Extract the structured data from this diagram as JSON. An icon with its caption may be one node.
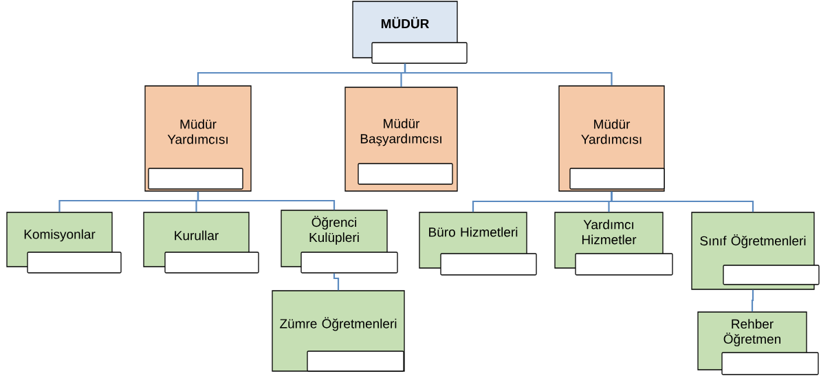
{
  "diagram": {
    "nodes": [
      {
        "text": [
          "MÜDÜR"
        ]
      },
      {
        "text": [
          "Müdür Yardımcısı"
        ]
      },
      {
        "text": [
          "Müdür Başyardımcısı"
        ]
      },
      {
        "text": [
          "Müdür Yardımcısı"
        ]
      },
      {
        "text": [
          "Komisyonlar"
        ]
      },
      {
        "text": [
          "Kurullar"
        ]
      },
      {
        "text": [
          "Öğrenci Kulüpleri"
        ]
      },
      {
        "text": [
          "Zümre Öğretmenleri"
        ]
      },
      {
        "text": [
          "Büro Hizmetleri"
        ]
      },
      {
        "text": [
          "Yardımcı Hizmetler"
        ]
      },
      {
        "text": [
          "Sınıf Öğretmenleri"
        ]
      },
      {
        "text": [
          "Rehber Öğretmen"
        ]
      }
    ],
    "edges": [
      {
        "from": 0,
        "to": 1,
        "arrow": "none"
      },
      {
        "from": 0,
        "to": 2,
        "arrow": "none"
      },
      {
        "from": 0,
        "to": 3,
        "arrow": "none"
      },
      {
        "from": 1,
        "to": 4,
        "arrow": "none"
      },
      {
        "from": 1,
        "to": 5,
        "arrow": "none"
      },
      {
        "from": 1,
        "to": 6,
        "arrow": "none"
      },
      {
        "from": 6,
        "to": 7,
        "arrow": "none"
      },
      {
        "from": 3,
        "to": 8,
        "arrow": "none"
      },
      {
        "from": 3,
        "to": 9,
        "arrow": "none"
      },
      {
        "from": 3,
        "to": 10,
        "arrow": "none"
      },
      {
        "from": 10,
        "to": 11,
        "arrow": "none"
      }
    ]
  }
}
